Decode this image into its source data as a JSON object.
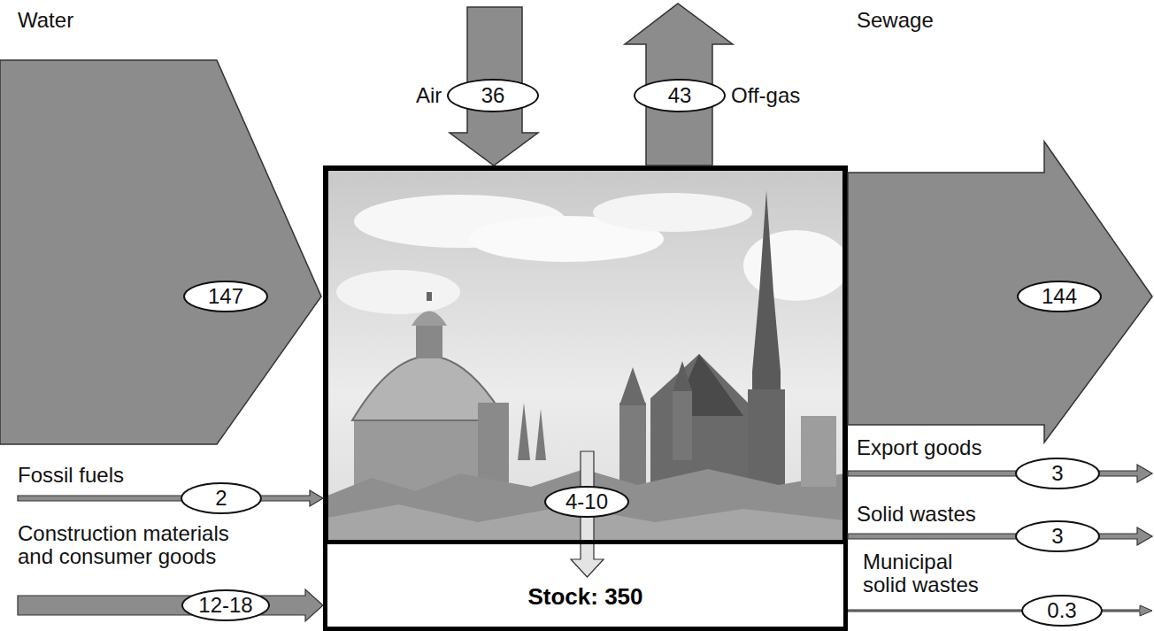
{
  "diagram": {
    "nodes": [
      {
        "text": [
          "36"
        ]
      },
      {
        "text": [
          "43"
        ]
      },
      {
        "text": [
          "147"
        ]
      },
      {
        "text": [
          "144"
        ]
      },
      {
        "text": [
          "2"
        ]
      },
      {
        "text": [
          "3"
        ]
      },
      {
        "text": [
          "4-10"
        ]
      },
      {
        "text": [
          "3"
        ]
      },
      {
        "text": [
          "12-18"
        ]
      },
      {
        "text": [
          "Stock: 350"
        ]
      },
      {
        "text": [
          "0.3"
        ]
      }
    ],
    "labels": [
      "Air",
      "Off-gas",
      "Water",
      "Sewage",
      "Fossil fuels",
      "Export goods",
      "Solid wastes",
      "Construction materials and consumer goods",
      "Municipal solid wastes"
    ]
  }
}
